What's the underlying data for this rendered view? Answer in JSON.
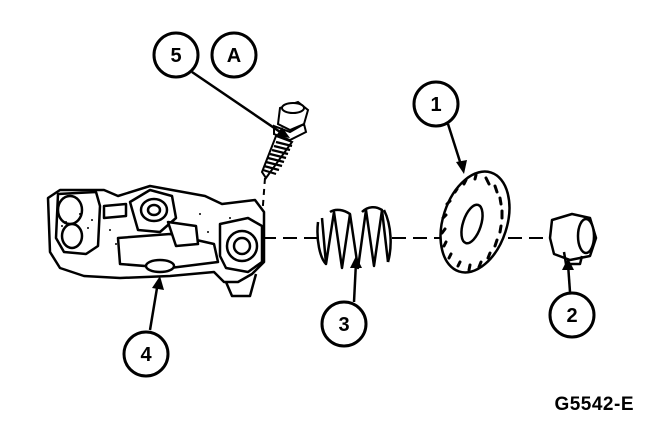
{
  "diagram": {
    "figure_code": "G5542-E",
    "callouts": {
      "c1": "1",
      "c2": "2",
      "c3": "3",
      "c4": "4",
      "c5": "5",
      "cA": "A"
    },
    "ink_color": "#000000",
    "background_color": "#ffffff"
  }
}
